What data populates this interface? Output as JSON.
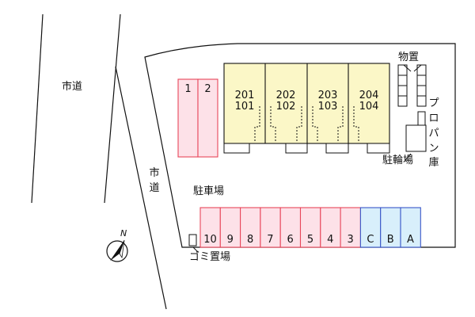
{
  "road_labels": {
    "left": "市道",
    "right": "市道"
  },
  "parking_label": "駐車場",
  "storage_label": "物置",
  "propane_label": "プロパン庫",
  "bicycle_label": "駐輪場",
  "trash_label": "ゴミ置場",
  "compass_label": "N",
  "units": [
    {
      "upper": "201",
      "lower": "101"
    },
    {
      "upper": "202",
      "lower": "102"
    },
    {
      "upper": "203",
      "lower": "103"
    },
    {
      "upper": "204",
      "lower": "104"
    }
  ],
  "parking_top": [
    "1",
    "2"
  ],
  "parking_bottom": [
    "10",
    "9",
    "8",
    "7",
    "6",
    "5",
    "4",
    "3",
    "C",
    "B",
    "A"
  ],
  "colors": {
    "building_fill": "#fbf7c7",
    "parking_pink": "#fde1e8",
    "parking_red": "#e8465a",
    "parking_blue_fill": "#d8effb",
    "parking_blue_stroke": "#3a57c8"
  }
}
